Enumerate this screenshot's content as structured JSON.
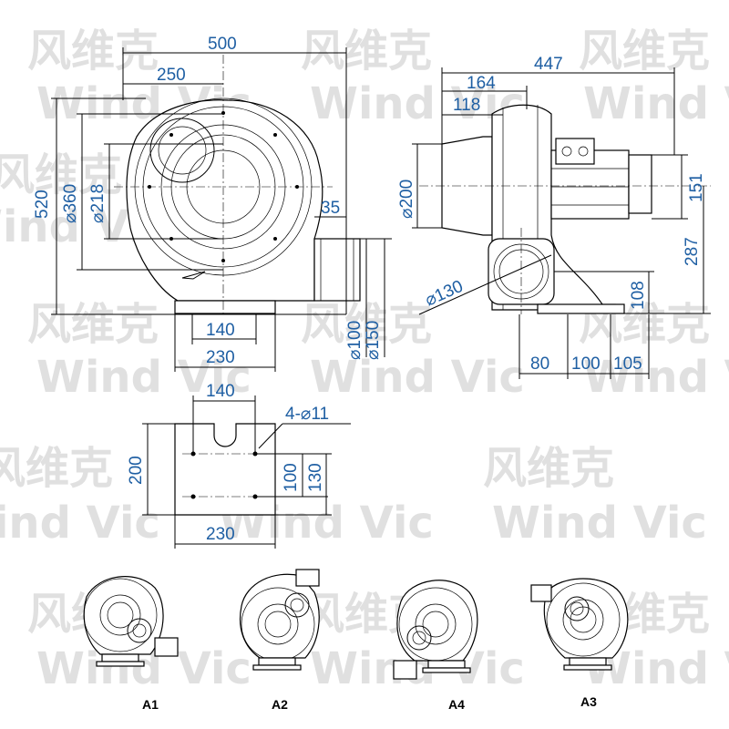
{
  "watermark": {
    "cn": "风维克",
    "en": "Wind Vic"
  },
  "front_view": {
    "width_overall": "500",
    "width_center": "250",
    "height_overall": "520",
    "diameter_housing": "⌀360",
    "diameter_inlet": "⌀218",
    "outlet_offset": "35",
    "base_width_inner": "140",
    "base_width_outer": "230",
    "outlet_diameter_inner": "⌀100",
    "outlet_diameter_outer": "⌀150"
  },
  "side_view": {
    "length_overall": "447",
    "inlet_depth_1": "164",
    "inlet_depth_2": "118",
    "inlet_diameter": "⌀200",
    "motor_height": "151",
    "center_height": "287",
    "outlet_diameter": "⌀130",
    "outlet_height": "108",
    "base_1": "80",
    "base_2": "100",
    "base_3": "105"
  },
  "base_plate": {
    "hole_spacing_x": "140",
    "holes": "4-⌀11",
    "plate_depth": "200",
    "hole_spacing_y": "100",
    "hole_span_y": "130",
    "plate_width": "230"
  },
  "orientations": [
    "A1",
    "A2",
    "A4",
    "A3"
  ]
}
